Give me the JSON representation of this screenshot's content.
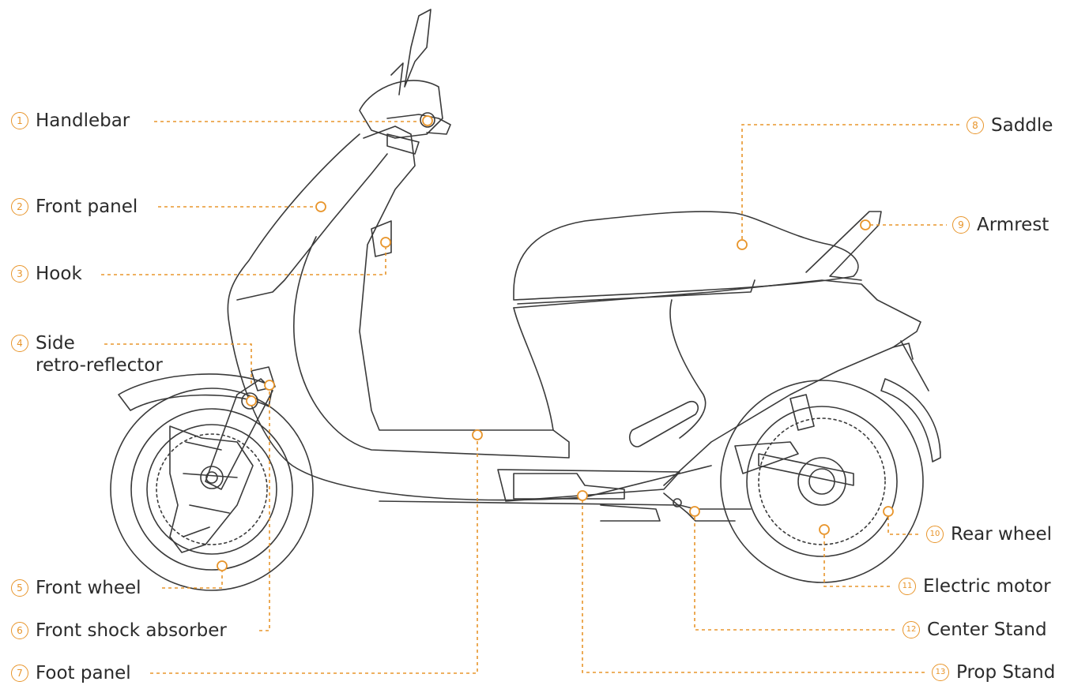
{
  "parts": [
    {
      "id": "handlebar",
      "number": "1",
      "label": "Handlebar"
    },
    {
      "id": "front-panel",
      "number": "2",
      "label": "Front panel"
    },
    {
      "id": "hook",
      "number": "3",
      "label": "Hook"
    },
    {
      "id": "side-retro-reflector",
      "number": "4",
      "label": "Side",
      "label_line2": "retro-reflector"
    },
    {
      "id": "front-wheel",
      "number": "5",
      "label": "Front wheel"
    },
    {
      "id": "front-shock-absorber",
      "number": "6",
      "label": "Front shock absorber"
    },
    {
      "id": "foot-panel",
      "number": "7",
      "label": "Foot panel"
    },
    {
      "id": "saddle",
      "number": "8",
      "label": "Saddle"
    },
    {
      "id": "armrest",
      "number": "9",
      "label": "Armrest"
    },
    {
      "id": "rear-wheel",
      "number": "10",
      "label": "Rear wheel"
    },
    {
      "id": "electric-motor",
      "number": "11",
      "label": "Electric motor"
    },
    {
      "id": "center-stand",
      "number": "12",
      "label": "Center Stand"
    },
    {
      "id": "prop-stand",
      "number": "13",
      "label": "Prop Stand"
    }
  ],
  "colors": {
    "leader": "#e8952b",
    "outline": "#3a3a3a",
    "text": "#2b2b2b"
  }
}
